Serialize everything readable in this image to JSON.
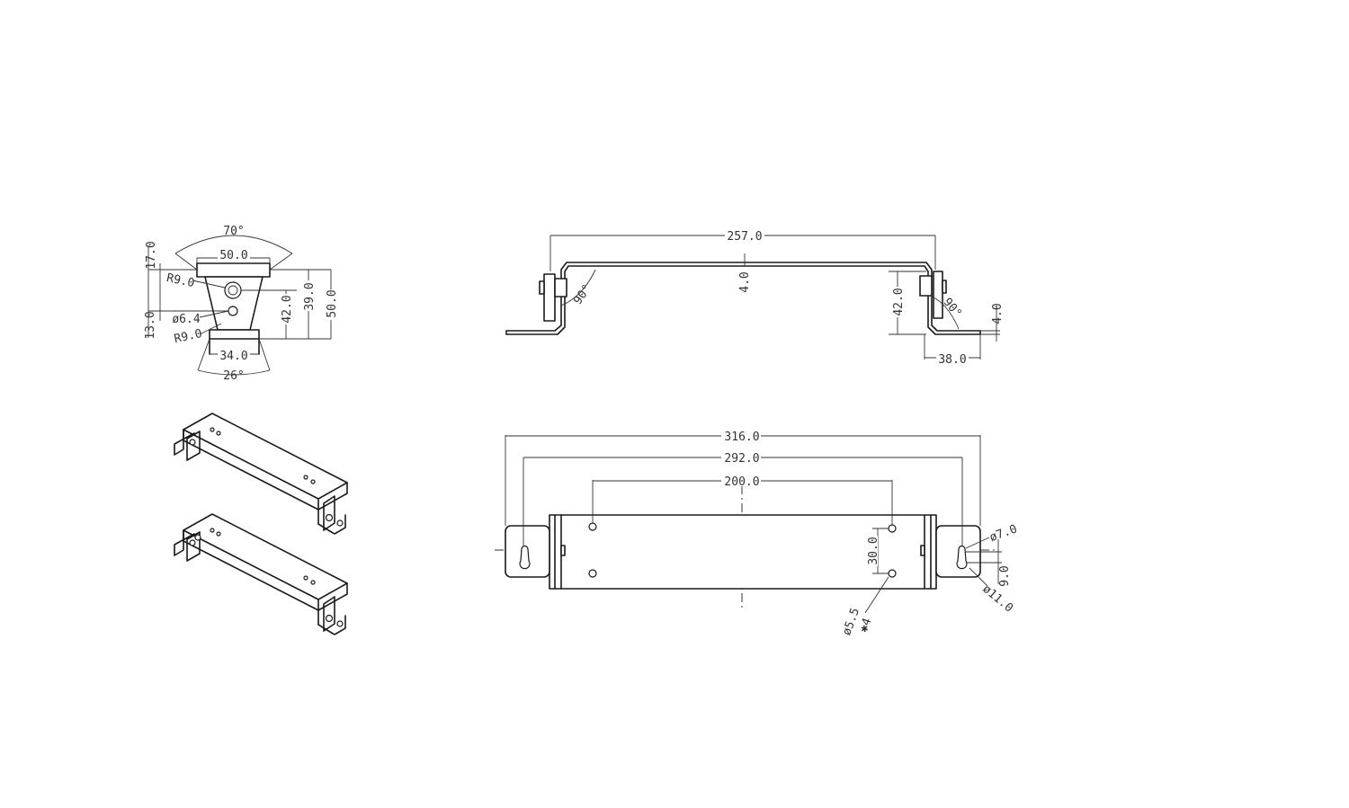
{
  "colors": {
    "line": "#1a1a1a",
    "background": "#ffffff"
  },
  "side_view": {
    "angle_top": "70°",
    "width_top": "50.0",
    "height_17": "17.0",
    "radius_upper": "R9.0",
    "radius_lower": "R9.0",
    "hole_dia": "ø6.4",
    "height_13": "13.0",
    "height_42": "42.0",
    "height_39": "39.0",
    "height_50": "50.0",
    "width_base": "34.0",
    "angle_bottom": "26°"
  },
  "front_view": {
    "length": "257.0",
    "thickness_center": "4.0",
    "bend_left": "90°",
    "bend_right": "90°",
    "leg_height": "42.0",
    "thickness_foot": "4.0",
    "foot_length": "38.0"
  },
  "top_view": {
    "overall_length": "316.0",
    "slot_spacing": "292.0",
    "hole_spacing": "200.0",
    "hole_vertical": "30.0",
    "hole_dia": "ø5.5",
    "hole_count": "✱4",
    "slot_small_dia": "ø7.0",
    "slot_offset": "9.0",
    "slot_large_dia": "ø11.0"
  }
}
